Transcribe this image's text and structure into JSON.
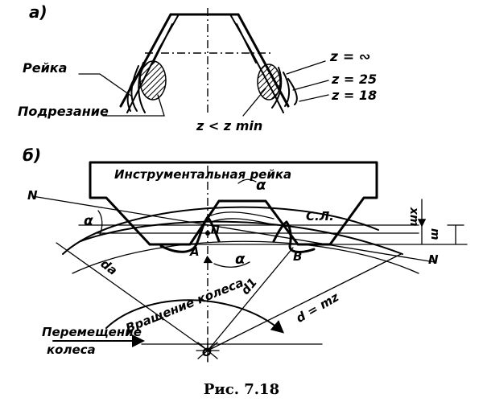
{
  "labels": {
    "part_a": "а)",
    "part_b": "б)",
    "rack": "Рейка",
    "undercut": "Подрезание",
    "z_inf": "z = ∾",
    "z25": "z = 25",
    "z18": "z = 18",
    "zmin": "z < z min",
    "tool_rack": "Инструментальная рейка",
    "alpha_top": "α",
    "n_left": "N",
    "n_right": "N",
    "alpha_left": "α",
    "pitch_line": "С.Л.",
    "point_pi": "П",
    "point_a": "A",
    "alpha_mid": "α",
    "point_b": "B",
    "xm": "xm",
    "m": "m",
    "da": "da",
    "d1": "d1",
    "d_eq": "d = mz",
    "rotation": "Вращение колеса",
    "displacement": "Перемещение",
    "wheel": "колеса",
    "center": "O"
  },
  "caption": "Рис. 7.18"
}
